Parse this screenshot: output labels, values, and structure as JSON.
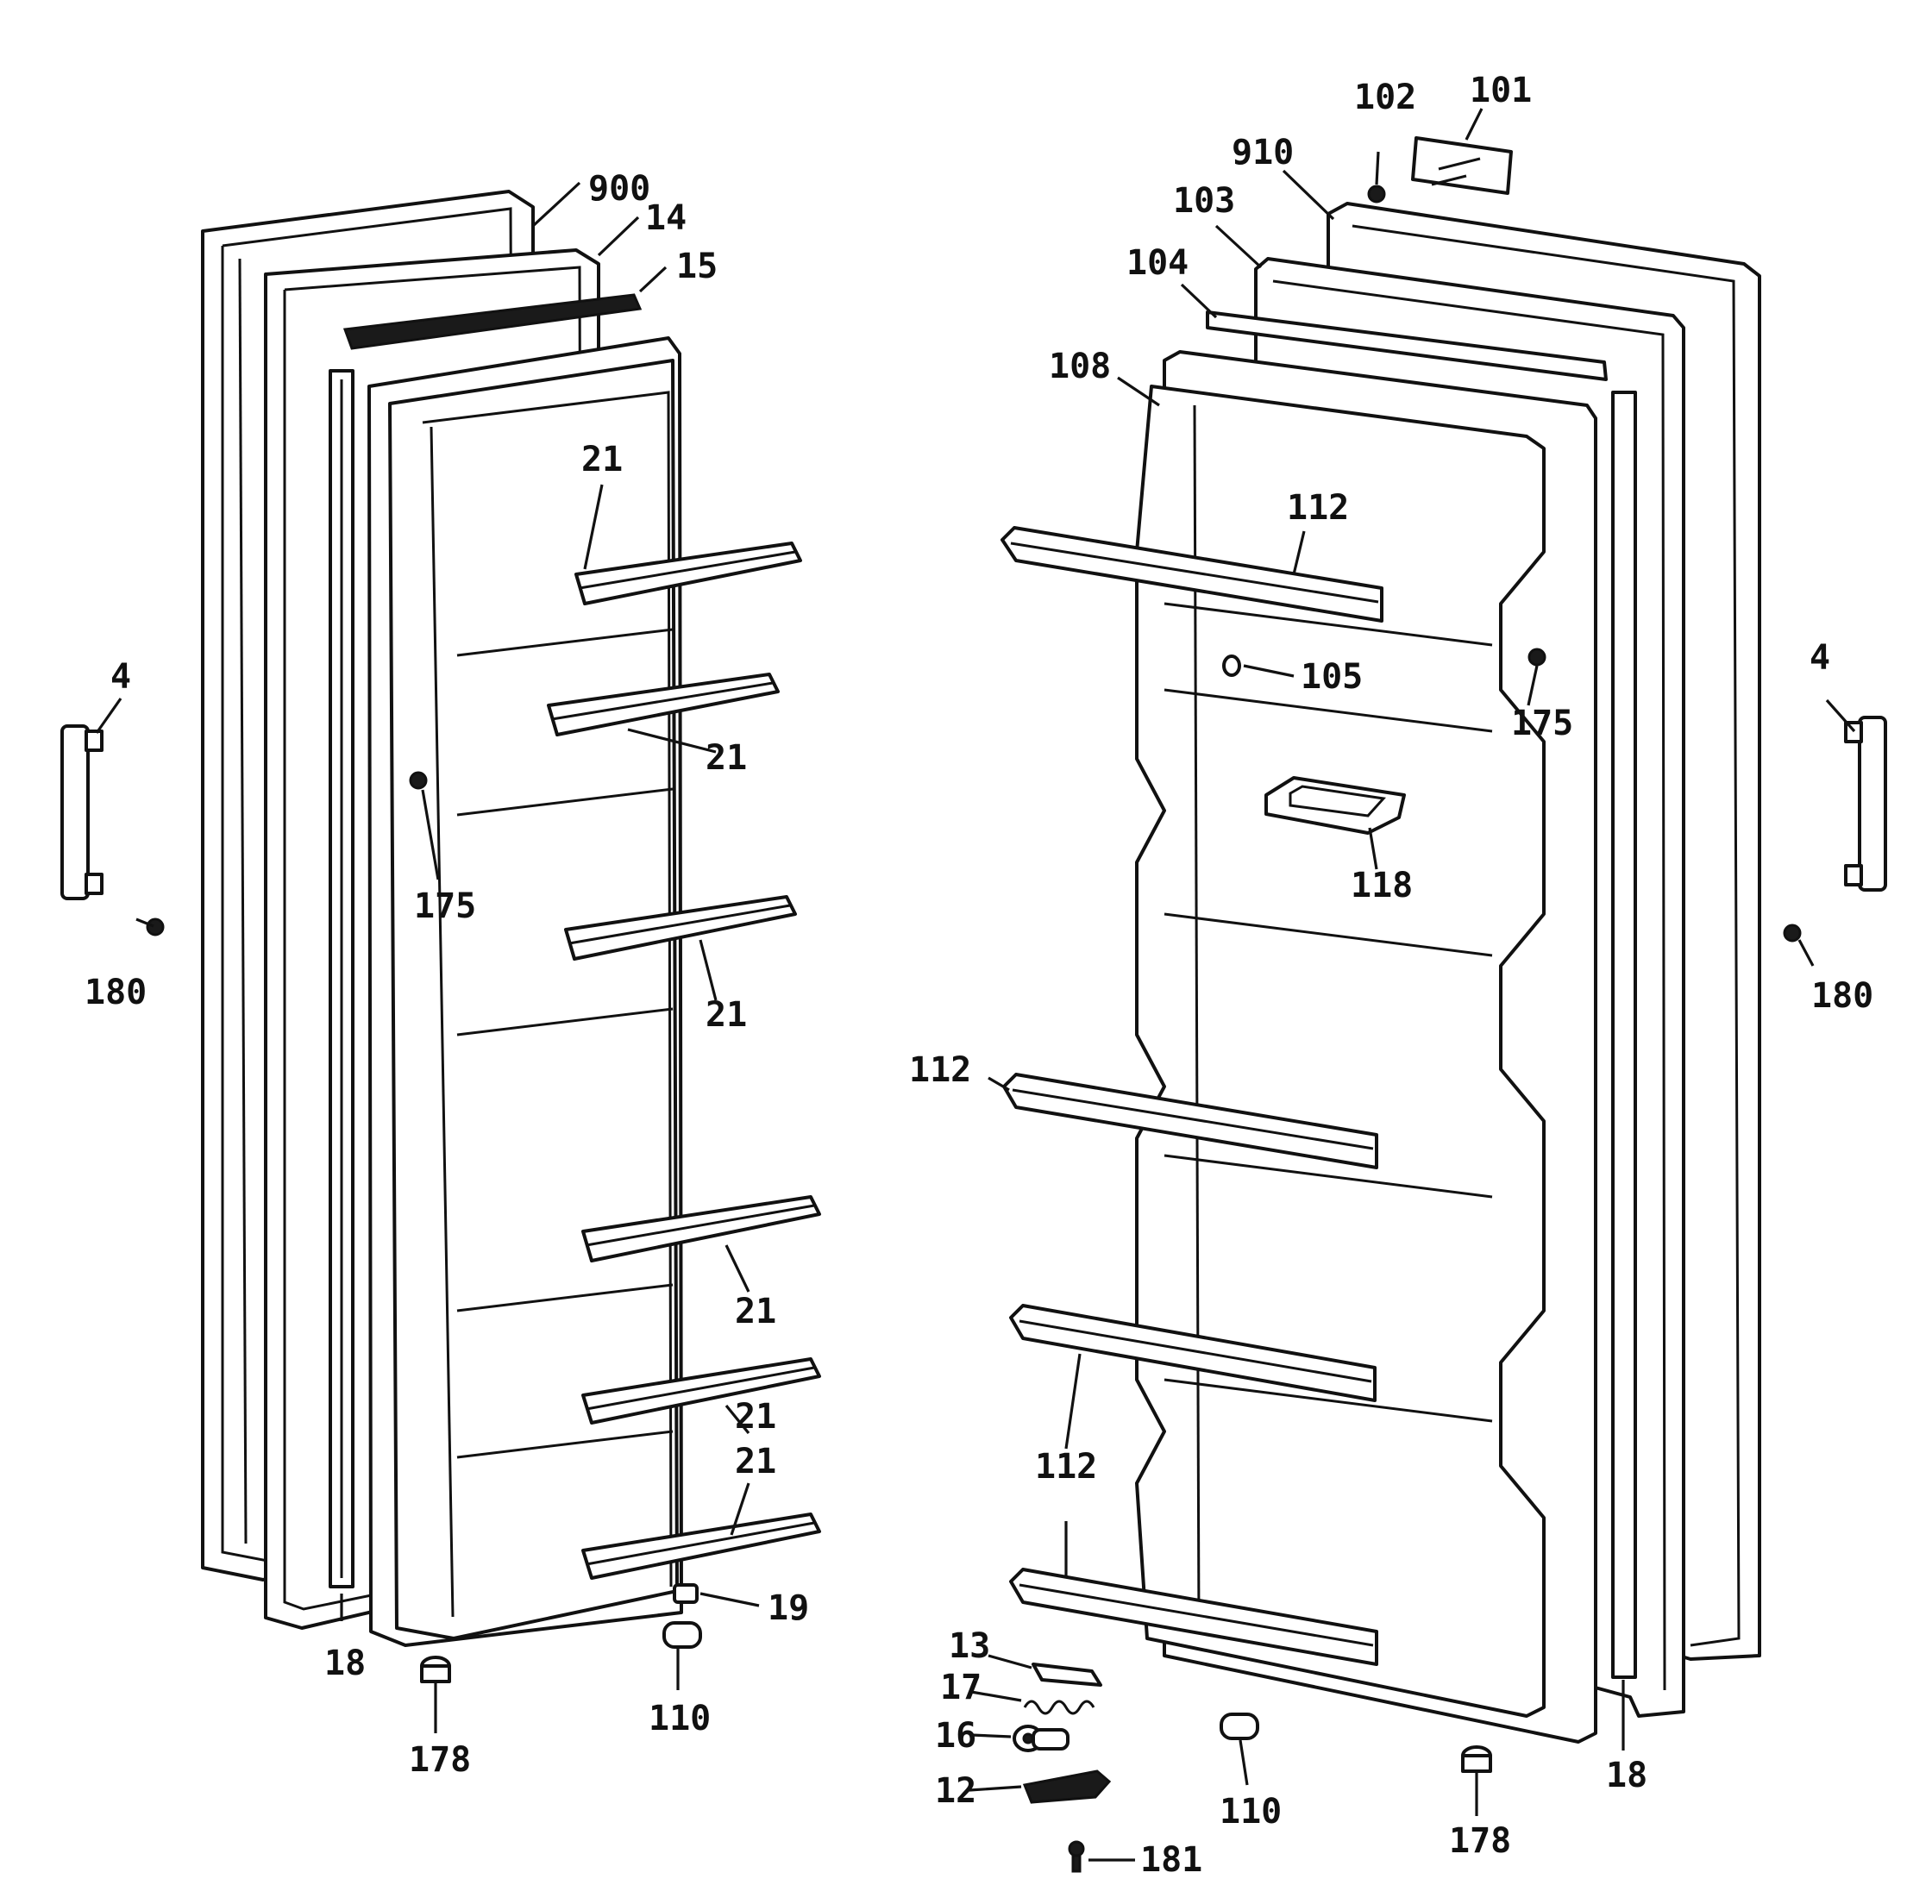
{
  "callouts": {
    "l_900": "900",
    "l_14": "14",
    "l_15": "15",
    "l_21_a": "21",
    "l_21_b": "21",
    "l_21_c": "21",
    "l_21_d": "21",
    "l_21_e": "21",
    "l_4_left": "4",
    "l_180_left": "180",
    "l_175_left": "175",
    "l_18_left": "18",
    "l_178_left": "178",
    "l_110_left": "110",
    "l_19": "19",
    "l_102": "102",
    "l_101": "101",
    "l_910": "910",
    "l_103": "103",
    "l_104": "104",
    "l_108": "108",
    "l_112_top": "112",
    "l_105": "105",
    "l_175_right": "175",
    "l_118": "118",
    "l_112_mid": "112",
    "l_112_low": "112",
    "l_4_right": "4",
    "l_180_right": "180",
    "l_13": "13",
    "l_17": "17",
    "l_16": "16",
    "l_12": "12",
    "l_181": "181",
    "l_110_right": "110",
    "l_178_right": "178",
    "l_18_right": "18"
  },
  "colors": {
    "ink": "#111111",
    "paper": "#ffffff"
  }
}
